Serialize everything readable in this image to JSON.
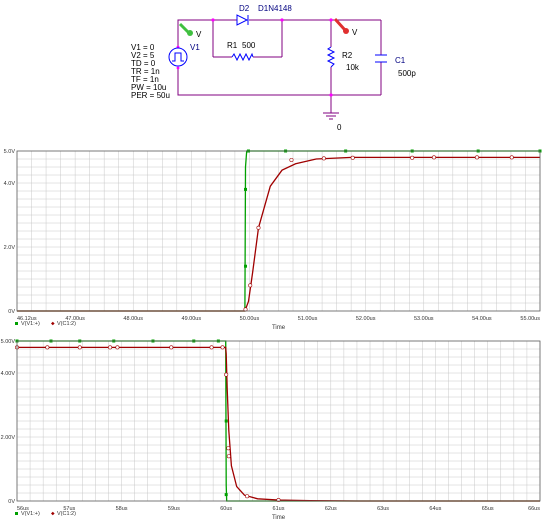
{
  "schematic": {
    "source": {
      "name": "V1",
      "params": [
        "V1 = 0",
        "V2 = 5",
        "TD = 0",
        "TR = 1n",
        "TF = 1n",
        "PW = 10u",
        "PER = 50u"
      ]
    },
    "diode": {
      "ref": "D2",
      "model": "D1N4148"
    },
    "resistor_r1": {
      "ref": "R1",
      "value": "500"
    },
    "resistor_r2": {
      "ref": "R2",
      "value": "10k"
    },
    "capacitor": {
      "ref": "C1",
      "value": "500p"
    },
    "ground_label": "0",
    "probe_green_label": "V",
    "probe_red_label": "V"
  },
  "colors": {
    "wire": "#800080",
    "component": "#0000ff",
    "green_series": "#00a000",
    "red_series": "#a00000",
    "grid": "#c8c8c8",
    "probe_green": "#40c040",
    "probe_red": "#e03030"
  },
  "chart_data": [
    {
      "type": "line",
      "xlabel": "Time",
      "x_ticks": [
        "46.12us",
        "47.00us",
        "48.00us",
        "49.00us",
        "50.00us",
        "51.00us",
        "52.00us",
        "53.00us",
        "54.00us",
        "55.00us"
      ],
      "y_ticks": [
        "0V",
        "2.0V",
        "4.0V",
        "5.0V"
      ],
      "xlim": [
        46.12,
        55.0
      ],
      "ylim": [
        0,
        5
      ],
      "grid": true,
      "legend": {
        "position": "bottom-left",
        "entries": [
          "V(V1:+)",
          "V(C1:2)"
        ]
      },
      "series": [
        {
          "name": "V(V1:+)",
          "color": "#00a000",
          "x": [
            46.12,
            49.99,
            50.0,
            50.02,
            55.0
          ],
          "y": [
            0,
            0,
            4.5,
            5.0,
            5.0
          ],
          "markers": [
            [
              50.0,
              1.4
            ],
            [
              50.0,
              3.8
            ],
            [
              50.05,
              5.0
            ],
            [
              50.68,
              5.0
            ],
            [
              51.7,
              5.0
            ],
            [
              52.83,
              5.0
            ],
            [
              53.95,
              5.0
            ],
            [
              55.0,
              5.0
            ]
          ]
        },
        {
          "name": "V(C1:2)",
          "color": "#a00000",
          "x": [
            46.12,
            49.99,
            50.05,
            50.12,
            50.22,
            50.42,
            50.62,
            50.85,
            51.2,
            51.8,
            52.5,
            53.5,
            55.0
          ],
          "y": [
            0,
            0,
            0.3,
            1.2,
            2.6,
            3.9,
            4.4,
            4.6,
            4.75,
            4.8,
            4.8,
            4.8,
            4.8
          ],
          "markers": [
            [
              50.0,
              0.05
            ],
            [
              50.08,
              0.8
            ],
            [
              50.22,
              2.6
            ],
            [
              50.78,
              4.72
            ],
            [
              51.33,
              4.77
            ],
            [
              51.82,
              4.79
            ],
            [
              52.83,
              4.79
            ],
            [
              53.2,
              4.8
            ],
            [
              53.93,
              4.8
            ],
            [
              54.52,
              4.8
            ]
          ]
        }
      ]
    },
    {
      "type": "line",
      "xlabel": "Time",
      "x_ticks": [
        "56us",
        "57us",
        "58us",
        "59us",
        "60us",
        "61us",
        "62us",
        "63us",
        "64us",
        "65us",
        "66us"
      ],
      "y_ticks": [
        "0V",
        "2.00V",
        "4.00V",
        "5.00V"
      ],
      "xlim": [
        56,
        66
      ],
      "ylim": [
        0,
        5
      ],
      "grid": true,
      "legend": {
        "position": "bottom-left",
        "entries": [
          "V(V1:+)",
          "V(C1:2)"
        ]
      },
      "series": [
        {
          "name": "V(V1:+)",
          "color": "#00a000",
          "x": [
            56,
            59.99,
            60.0,
            60.01,
            66
          ],
          "y": [
            5.0,
            5.0,
            0.5,
            0,
            0
          ],
          "markers": [
            [
              56.0,
              5.0
            ],
            [
              56.65,
              5.0
            ],
            [
              57.2,
              5.0
            ],
            [
              57.85,
              5.0
            ],
            [
              58.6,
              5.0
            ],
            [
              59.38,
              5.0
            ],
            [
              59.85,
              5.0
            ],
            [
              60.0,
              2.5
            ],
            [
              60.0,
              0.2
            ]
          ]
        },
        {
          "name": "V(C1:2)",
          "color": "#a00000",
          "x": [
            56,
            59.99,
            60.0,
            60.02,
            60.05,
            60.1,
            60.2,
            60.35,
            60.6,
            61.0,
            61.6,
            62.5,
            66
          ],
          "y": [
            4.8,
            4.8,
            4.6,
            3.5,
            2.2,
            1.1,
            0.45,
            0.18,
            0.07,
            0.03,
            0.01,
            0.0,
            0.0
          ],
          "markers": [
            [
              56.0,
              4.8
            ],
            [
              56.58,
              4.8
            ],
            [
              57.2,
              4.8
            ],
            [
              57.78,
              4.8
            ],
            [
              57.92,
              4.8
            ],
            [
              58.95,
              4.8
            ],
            [
              59.72,
              4.8
            ],
            [
              59.93,
              4.8
            ],
            [
              60.0,
              3.95
            ],
            [
              60.04,
              1.65
            ],
            [
              60.05,
              1.4
            ],
            [
              60.4,
              0.15
            ],
            [
              61.0,
              0.03
            ]
          ]
        }
      ]
    }
  ]
}
